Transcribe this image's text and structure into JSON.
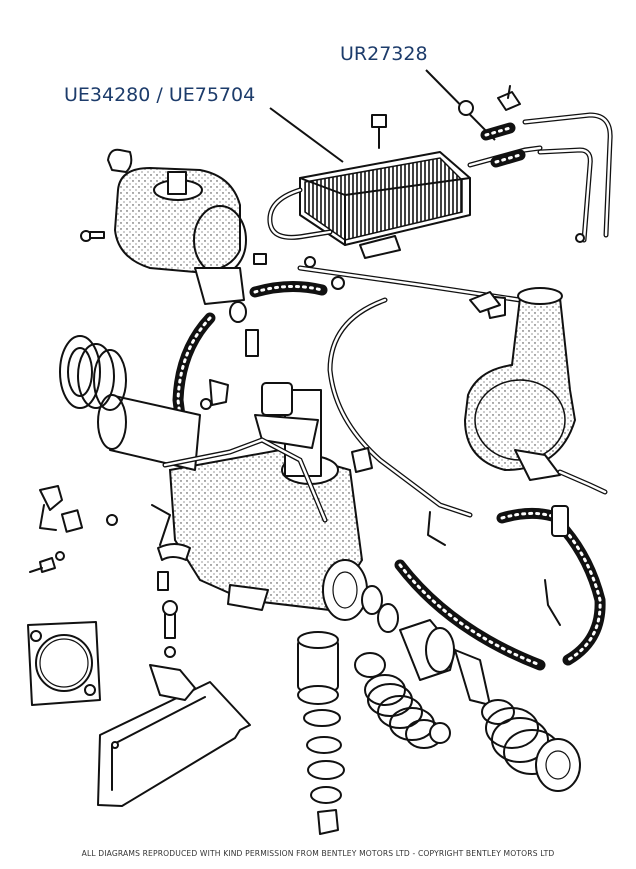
{
  "labels": {
    "radiator_part_numbers": "UE34280 / UE75704",
    "hose_part_number": "UR27328"
  },
  "footer": {
    "copyright": "ALL DIAGRAMS REPRODUCED WITH KIND PERMISSION FROM BENTLEY MOTORS LTD - COPYRIGHT BENTLEY MOTORS LTD"
  },
  "colors": {
    "label_color": "#1d3c6b",
    "ink": "#111111",
    "background": "#ffffff"
  }
}
